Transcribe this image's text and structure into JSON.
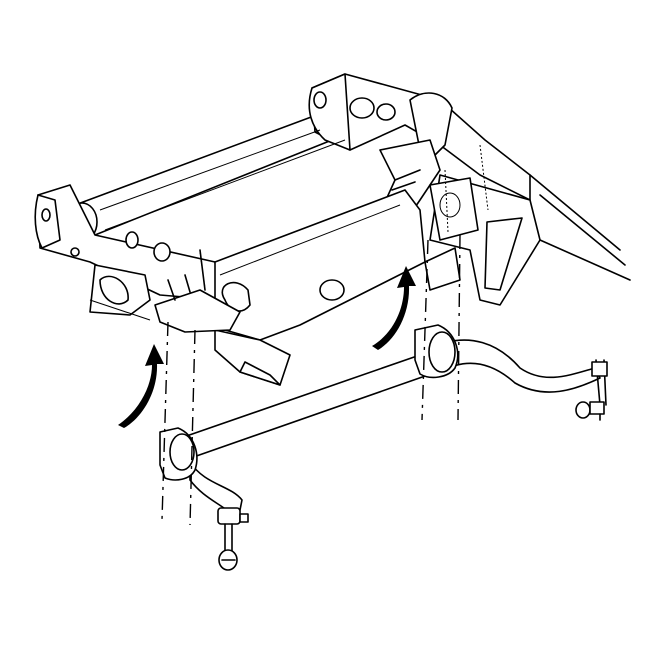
{
  "diagram": {
    "kind": "technical line illustration",
    "colors": {
      "line": "#000000",
      "background": "#ffffff"
    },
    "components": [
      {
        "name": "frame-rail-front",
        "icon": "frame-crossmember"
      },
      {
        "name": "frame-rail-rear",
        "icon": "frame-crossmember"
      },
      {
        "name": "stabilizer-bar",
        "icon": "stabilizer-bar"
      },
      {
        "name": "bushing-left",
        "icon": "bushing-clamp"
      },
      {
        "name": "bushing-right",
        "icon": "bushing-clamp"
      },
      {
        "name": "link-left",
        "icon": "end-link-bolt"
      },
      {
        "name": "link-right",
        "icon": "end-link-bolt"
      },
      {
        "name": "arrow-left",
        "icon": "curved-arrow-up"
      },
      {
        "name": "arrow-right",
        "icon": "curved-arrow-up"
      }
    ]
  }
}
